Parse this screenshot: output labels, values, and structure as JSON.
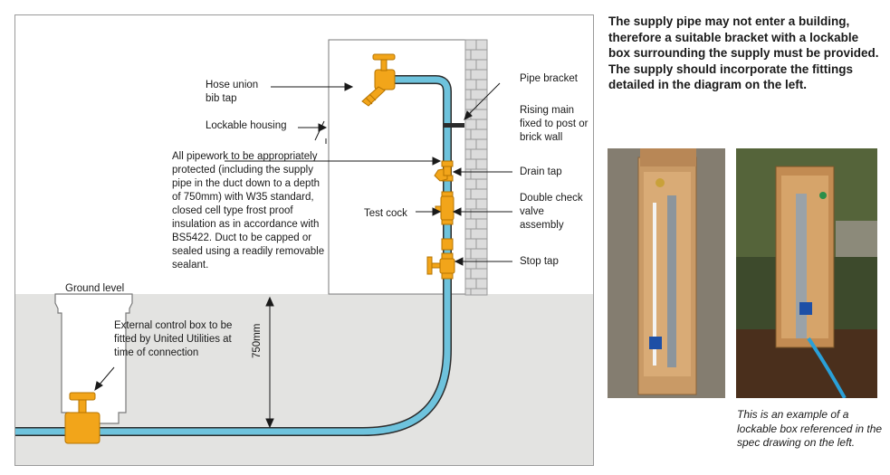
{
  "diagram": {
    "labels": {
      "hose_union": "Hose union\nbib tap",
      "lockable_housing": "Lockable housing",
      "pipework_protection": "All pipework to be appropriately protected (including the supply pipe in the duct down to a depth of 750mm) with W35 standard, closed cell type frost proof insulation as in accordance with BS5422. Duct to be capped or sealed using a readily removable sealant.",
      "ground_level": "Ground level",
      "external_control_box": "External control box to be fitted by United Utilities at time of connection",
      "depth": "750mm",
      "pipe_bracket": "Pipe bracket",
      "rising_main": "Rising main fixed to post or brick wall",
      "drain_tap": "Drain tap",
      "test_cock": "Test cock",
      "double_check_valve": "Double check valve assembly",
      "stop_tap": "Stop tap"
    },
    "colors": {
      "pipe_blue": "#6ec3dd",
      "fitting_orange": "#f2a51a",
      "ground": "#e3e3e1",
      "brick": "#d6d6d6"
    }
  },
  "description": "The supply pipe may not enter a building, therefore a suitable bracket with a lockable box surrounding the supply must be provided. The supply should incorporate the fittings detailed in the diagram on the left.",
  "caption": "This is an example of a lockable box referenced in the spec drawing on the left."
}
